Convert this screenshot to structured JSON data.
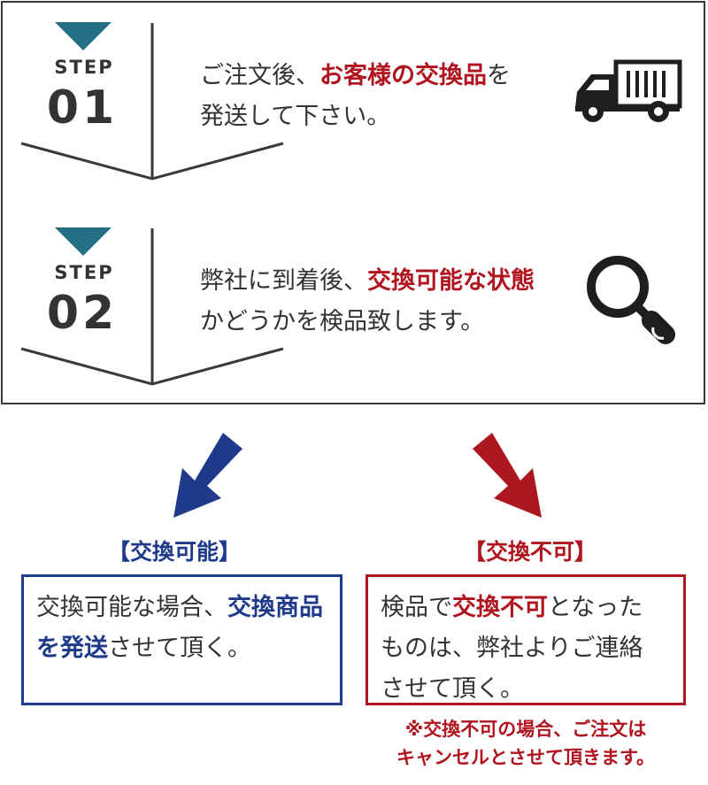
{
  "colors": {
    "step_accent": "#256f86",
    "highlight_red": "#b0141e",
    "highlight_blue": "#1f3a8a",
    "arrow_blue": "#1f3a8a",
    "arrow_red": "#ad1820",
    "border_dark": "#3a3a3a"
  },
  "steps": [
    {
      "label": "STEP",
      "number": "01",
      "icon": "truck-icon",
      "line1_pre": "ご注文後、",
      "line1_highlight": "お客様の交換品",
      "line1_post": "を",
      "line2": "発送して下さい。"
    },
    {
      "label": "STEP",
      "number": "02",
      "icon": "magnifier-icon",
      "line1_pre": "弊社に到着後、",
      "line1_highlight": "交換可能な状態",
      "line1_post": "",
      "line2": "かどうかを検品致します。"
    }
  ],
  "results": {
    "possible": {
      "title": "【交換可能】",
      "line1_pre": "交換可能な場合、",
      "line1_highlight": "交換商品",
      "line2_highlight": "を発送",
      "line2_post": "させて頂く。"
    },
    "impossible": {
      "title": "【交換不可】",
      "line1_pre": "検品で",
      "line1_highlight": "交換不可",
      "line1_post": "となった",
      "line2": "ものは、弊社よりご連絡",
      "line3": "させて頂く。"
    }
  },
  "note": {
    "line1_highlight": "※交換不可",
    "line1_post": "の場合、ご注文は",
    "line2_highlight": "キャンセル",
    "line2_post": "とさせて頂きます。"
  }
}
